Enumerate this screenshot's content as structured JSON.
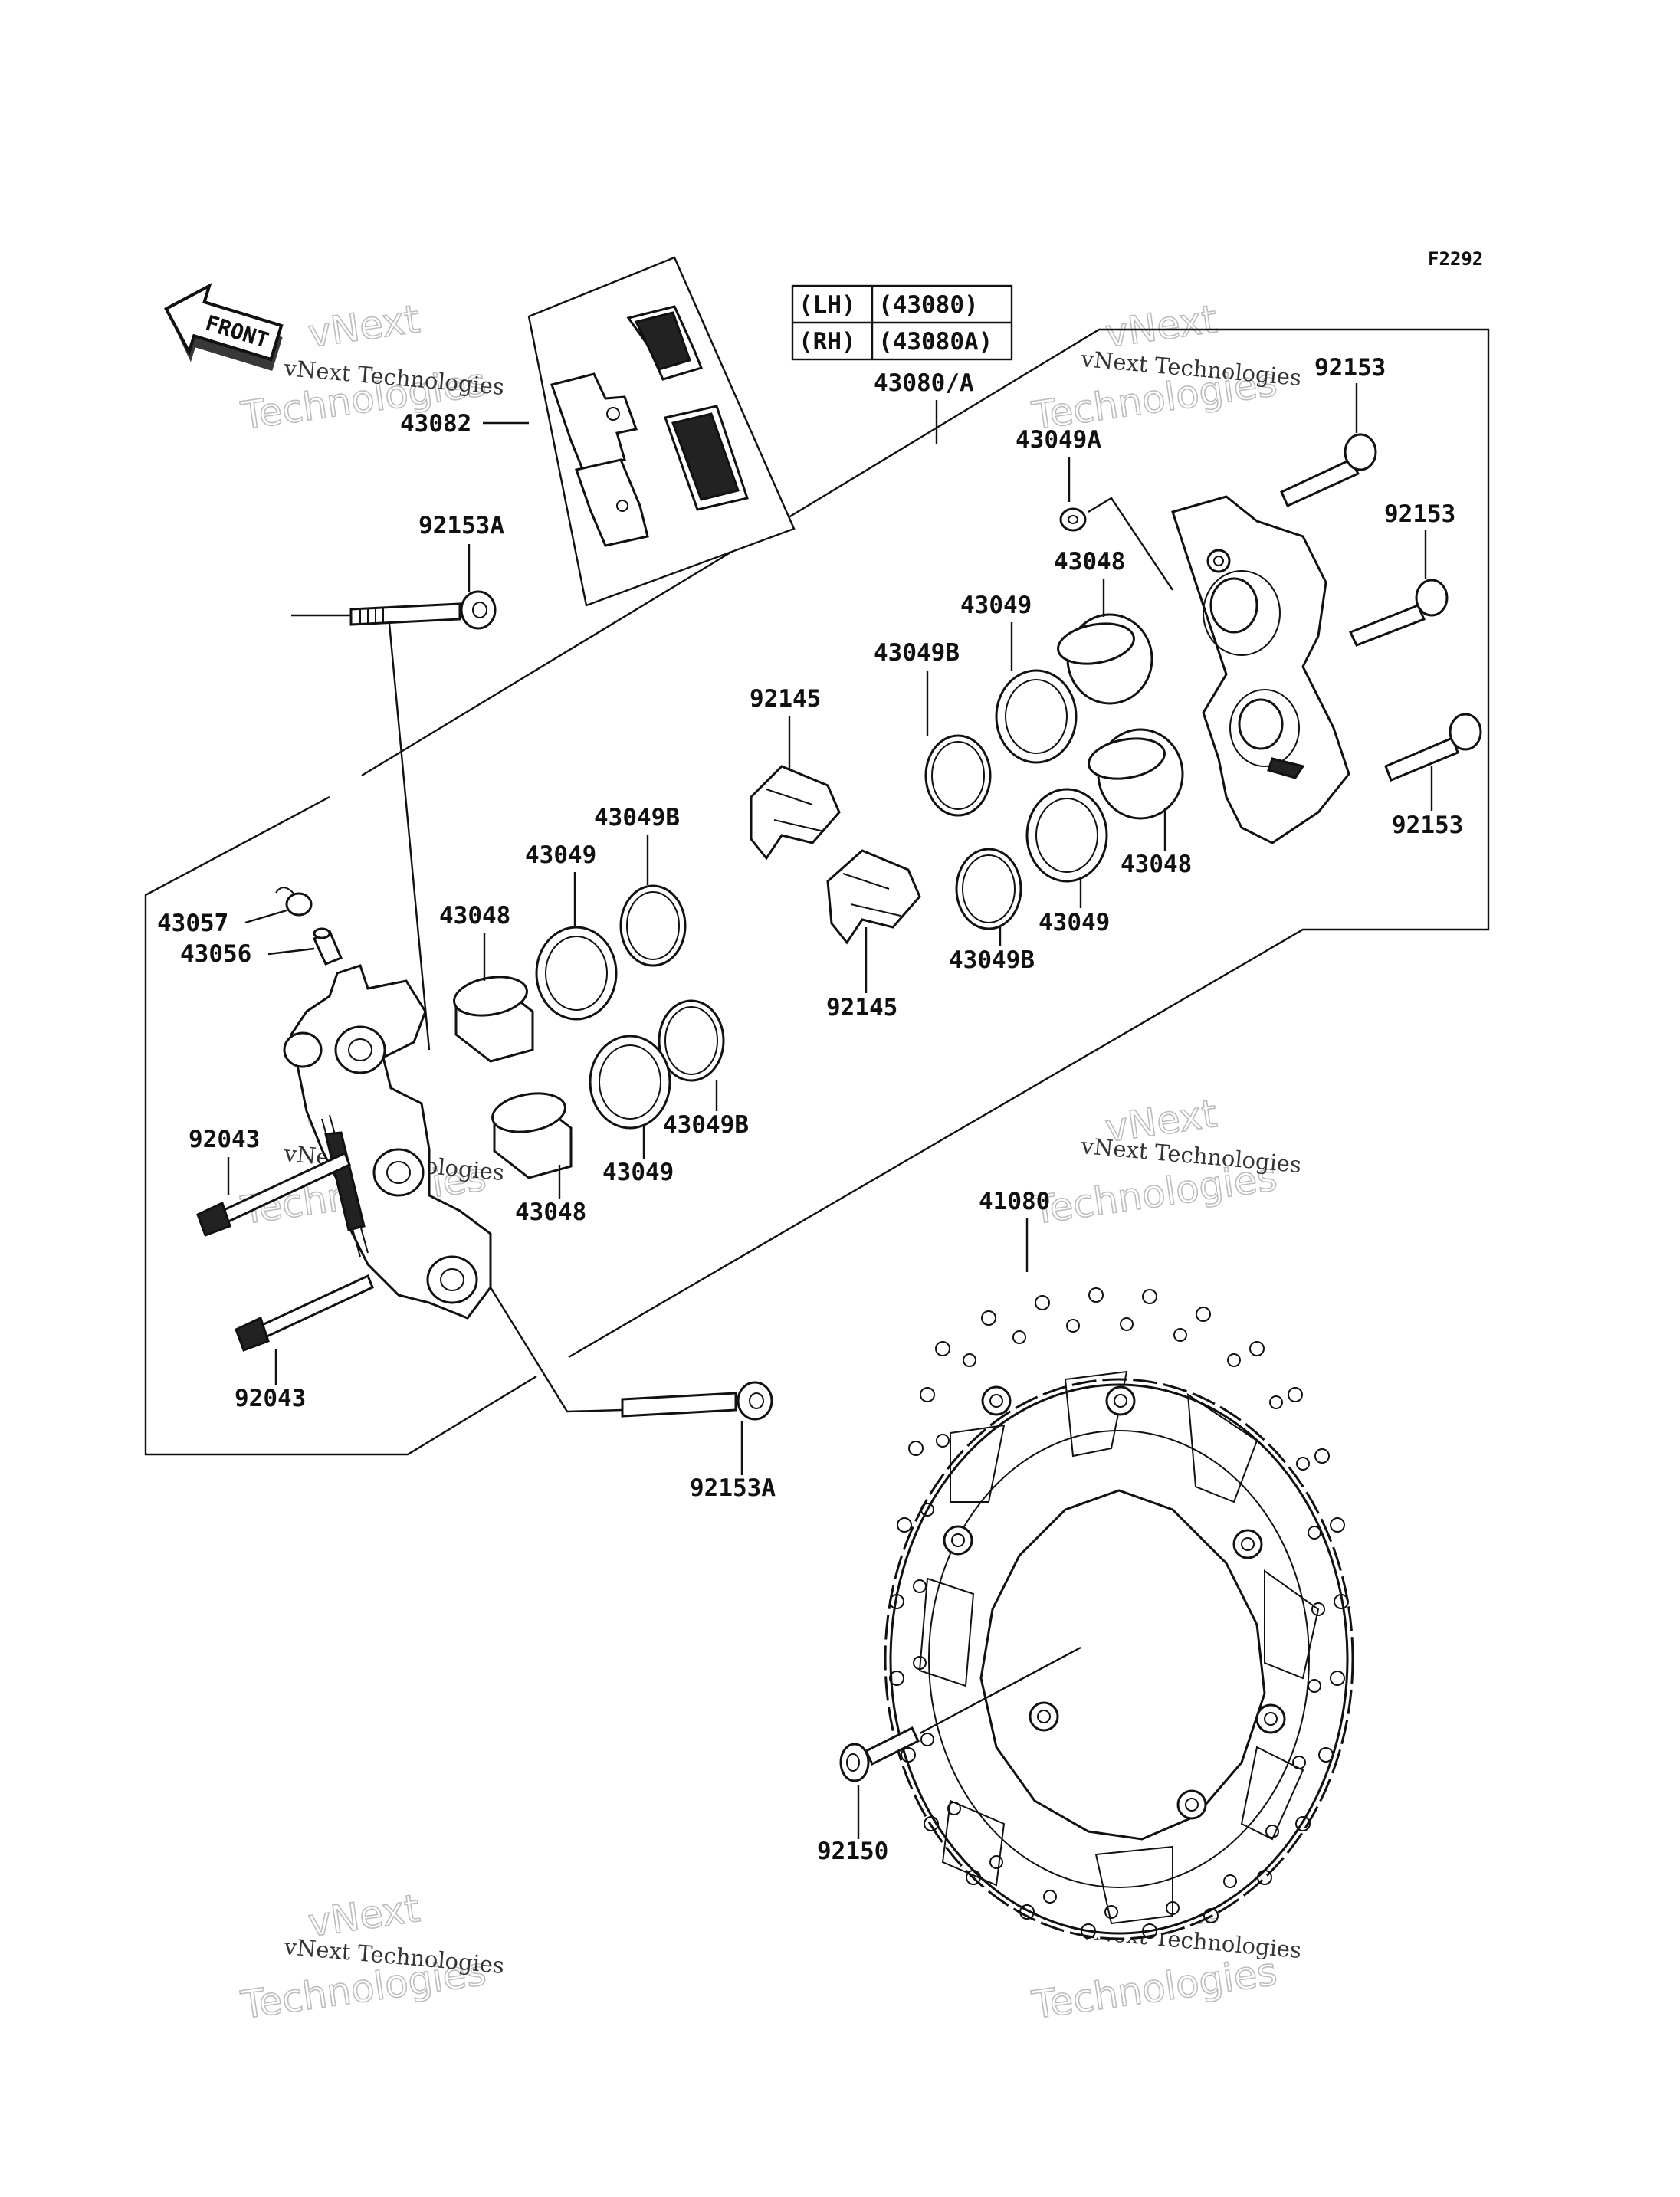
{
  "figure_code": "F2292",
  "front_label": "FRONT",
  "variant_table": {
    "rows": [
      {
        "side": "(LH)",
        "part": "(43080)"
      },
      {
        "side": "(RH)",
        "part": "(43080A)"
      }
    ],
    "assembly_label": "43080/A"
  },
  "watermark": {
    "company": "vNext Technologies",
    "line1": "vNext",
    "line2": "Technologies"
  },
  "part_labels": {
    "pads": "43082",
    "bolt_upper_left": "92153A",
    "bolt_lower": "92153A",
    "washer_43049A": "43049A",
    "bolt_right_top": "92153",
    "bolt_right_mid": "92153",
    "bolt_right_low": "92153",
    "piston_right_upper": "43048",
    "seal_right_upper": "43049",
    "seal_b_right_upper": "43049B",
    "spring_upper": "92145",
    "spring_lower": "92145",
    "piston_right_lower": "43048",
    "seal_right_lower": "43049",
    "seal_b_right_lower": "43049B",
    "seal_b_left_upper": "43049B",
    "seal_left_upper": "43049",
    "piston_left_upper": "43048",
    "seal_b_left_lower": "43049B",
    "seal_left_lower": "43049",
    "piston_left_lower": "43048",
    "cap": "43057",
    "bleeder": "43056",
    "pin_upper": "92043",
    "pin_lower": "92043",
    "disc": "41080",
    "disc_bolt": "92150"
  }
}
